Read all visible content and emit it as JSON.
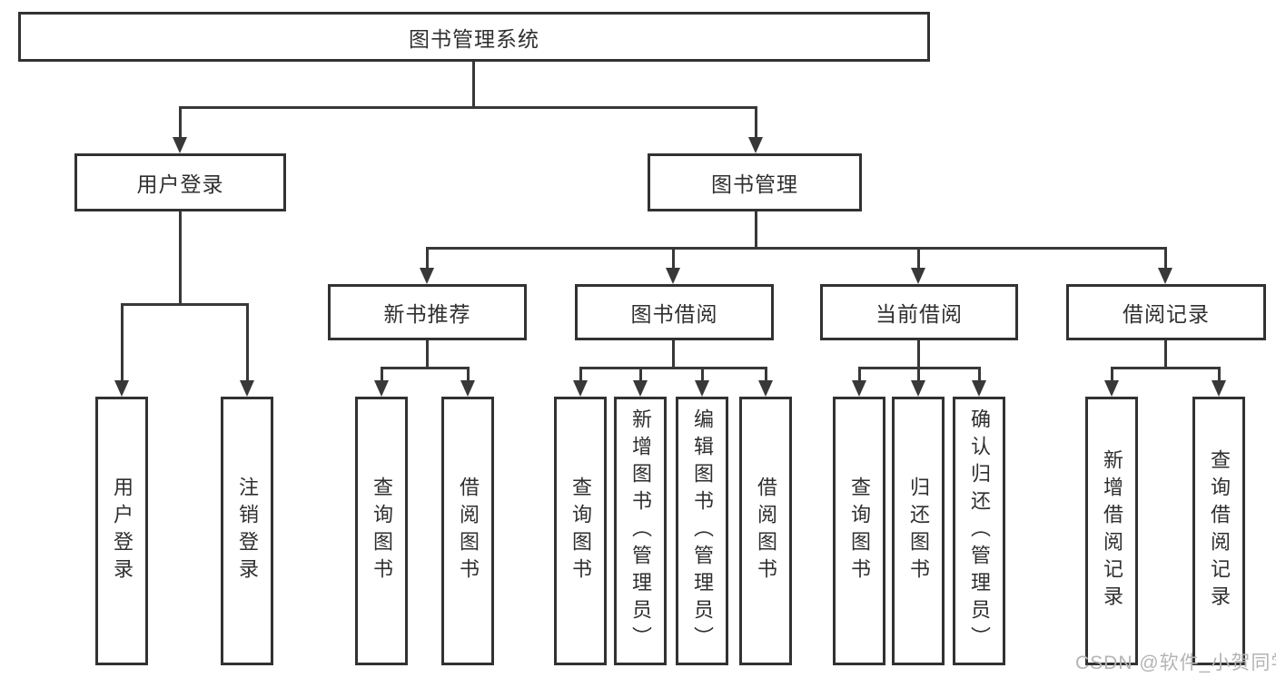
{
  "diagram": {
    "root": {
      "label": "图书管理系统"
    },
    "branches": [
      {
        "label": "用户登录",
        "children": [
          {
            "label": "用户登录"
          },
          {
            "label": "注销登录"
          }
        ]
      },
      {
        "label": "图书管理",
        "children": [
          {
            "label": "新书推荐",
            "children": [
              {
                "label": "查询图书"
              },
              {
                "label": "借阅图书"
              }
            ]
          },
          {
            "label": "图书借阅",
            "children": [
              {
                "label": "查询图书"
              },
              {
                "label": "新增图书（管理员）"
              },
              {
                "label": "编辑图书（管理员）"
              },
              {
                "label": "借阅图书"
              }
            ]
          },
          {
            "label": "当前借阅",
            "children": [
              {
                "label": "查询图书"
              },
              {
                "label": "归还图书"
              },
              {
                "label": "确认归还（管理员）"
              }
            ]
          },
          {
            "label": "借阅记录",
            "children": [
              {
                "label": "新增借阅记录"
              },
              {
                "label": "查询借阅记录"
              }
            ]
          }
        ]
      }
    ]
  },
  "watermark": {
    "text": "CSDN @软件_小贺同学"
  },
  "colors": {
    "line": "#383838",
    "border": "#323232",
    "text": "#2f2f2f",
    "watermark": "#b4b4b4",
    "background": "#ffffff"
  }
}
